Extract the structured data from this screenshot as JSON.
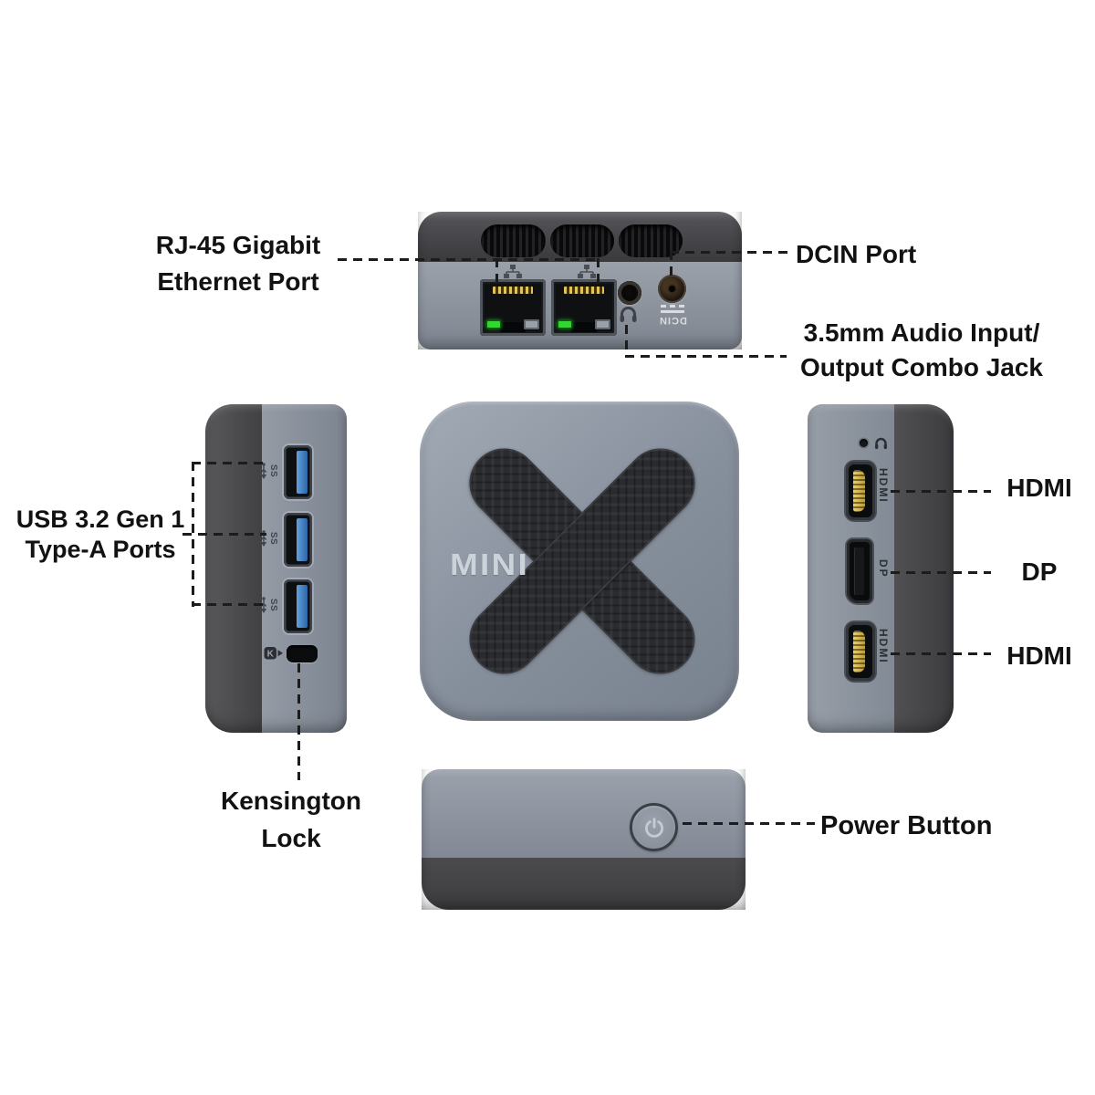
{
  "page": {
    "background": "#ffffff"
  },
  "colors": {
    "label_text": "#121212",
    "callout_line": "#1c1c1c",
    "chassis_gray": "#868d98",
    "chassis_dark": "#414144",
    "usb_blue": "#3b7fc4",
    "hdmi_gold": "#d4b24c",
    "ethernet_led_green": "#33d633",
    "x_badge_dark": "#2a2b2f",
    "brand_text": "#ccd2d9",
    "dcin_marking": "#d9dce0"
  },
  "callouts": {
    "ethernet": {
      "line1": "RJ-45 Gigabit",
      "line2": "Ethernet Port"
    },
    "dcin": {
      "text": "DCIN Port"
    },
    "audio": {
      "line1": "3.5mm Audio Input/",
      "line2": "Output Combo Jack"
    },
    "usb": {
      "line1": "USB 3.2 Gen 1",
      "line2": "Type-A Ports"
    },
    "kensington": {
      "line1": "Kensington",
      "line2": "Lock"
    },
    "hdmi_top": {
      "text": "HDMI"
    },
    "dp": {
      "text": "DP"
    },
    "hdmi_bottom": {
      "text": "HDMI"
    },
    "power": {
      "text": "Power Button"
    }
  },
  "device": {
    "brand": "MINI",
    "markings": {
      "dcin": "DCIN",
      "hdmi_top": "HDMI",
      "dp": "DP",
      "hdmi_bottom": "HDMI",
      "usb_superspeed": "SS",
      "kensington_letter": "K"
    }
  }
}
